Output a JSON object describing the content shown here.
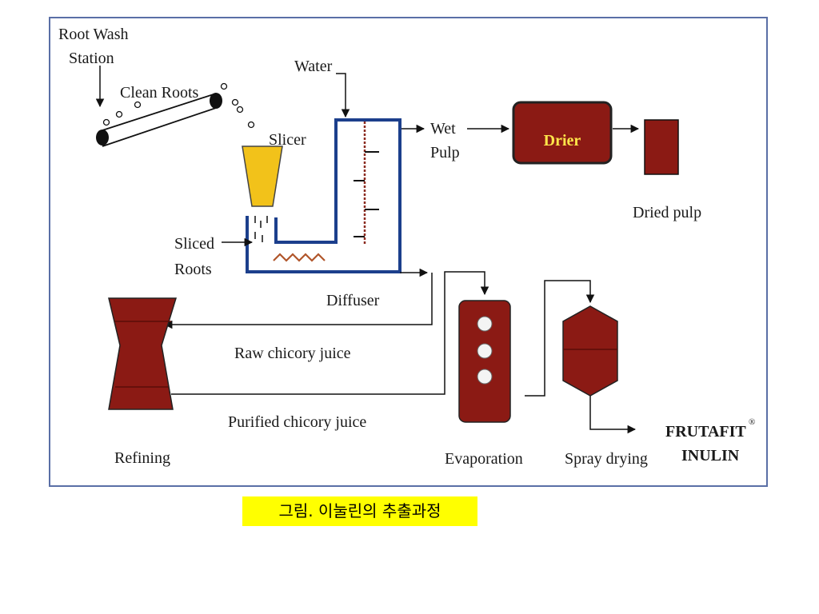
{
  "labels": {
    "root_wash": [
      "Root Wash",
      "Station"
    ],
    "clean_roots": "Clean Roots",
    "water": "Water",
    "slicer": "Slicer",
    "wet_pulp": [
      "Wet",
      "Pulp"
    ],
    "drier": "Drier",
    "dried_pulp": "Dried pulp",
    "sliced_roots": [
      "Sliced",
      "Roots"
    ],
    "diffuser": "Diffuser",
    "raw_juice": "Raw chicory juice",
    "purified_juice": "Purified chicory juice",
    "refining": "Refining",
    "evaporation": "Evaporation",
    "spray_drying": "Spray drying",
    "product": [
      "FRUTAFIT",
      "INULIN"
    ],
    "registered": "®"
  },
  "caption": "그림. 이눌린의 추출과정",
  "colors": {
    "process_fill": "#8b1a14",
    "slicer_fill": "#f2c21a",
    "diffuser_wall": "#1c3f8c",
    "frame": "#5a6fa6",
    "drier_text": "#ffe54a",
    "caption_bg": "#ffff00"
  }
}
